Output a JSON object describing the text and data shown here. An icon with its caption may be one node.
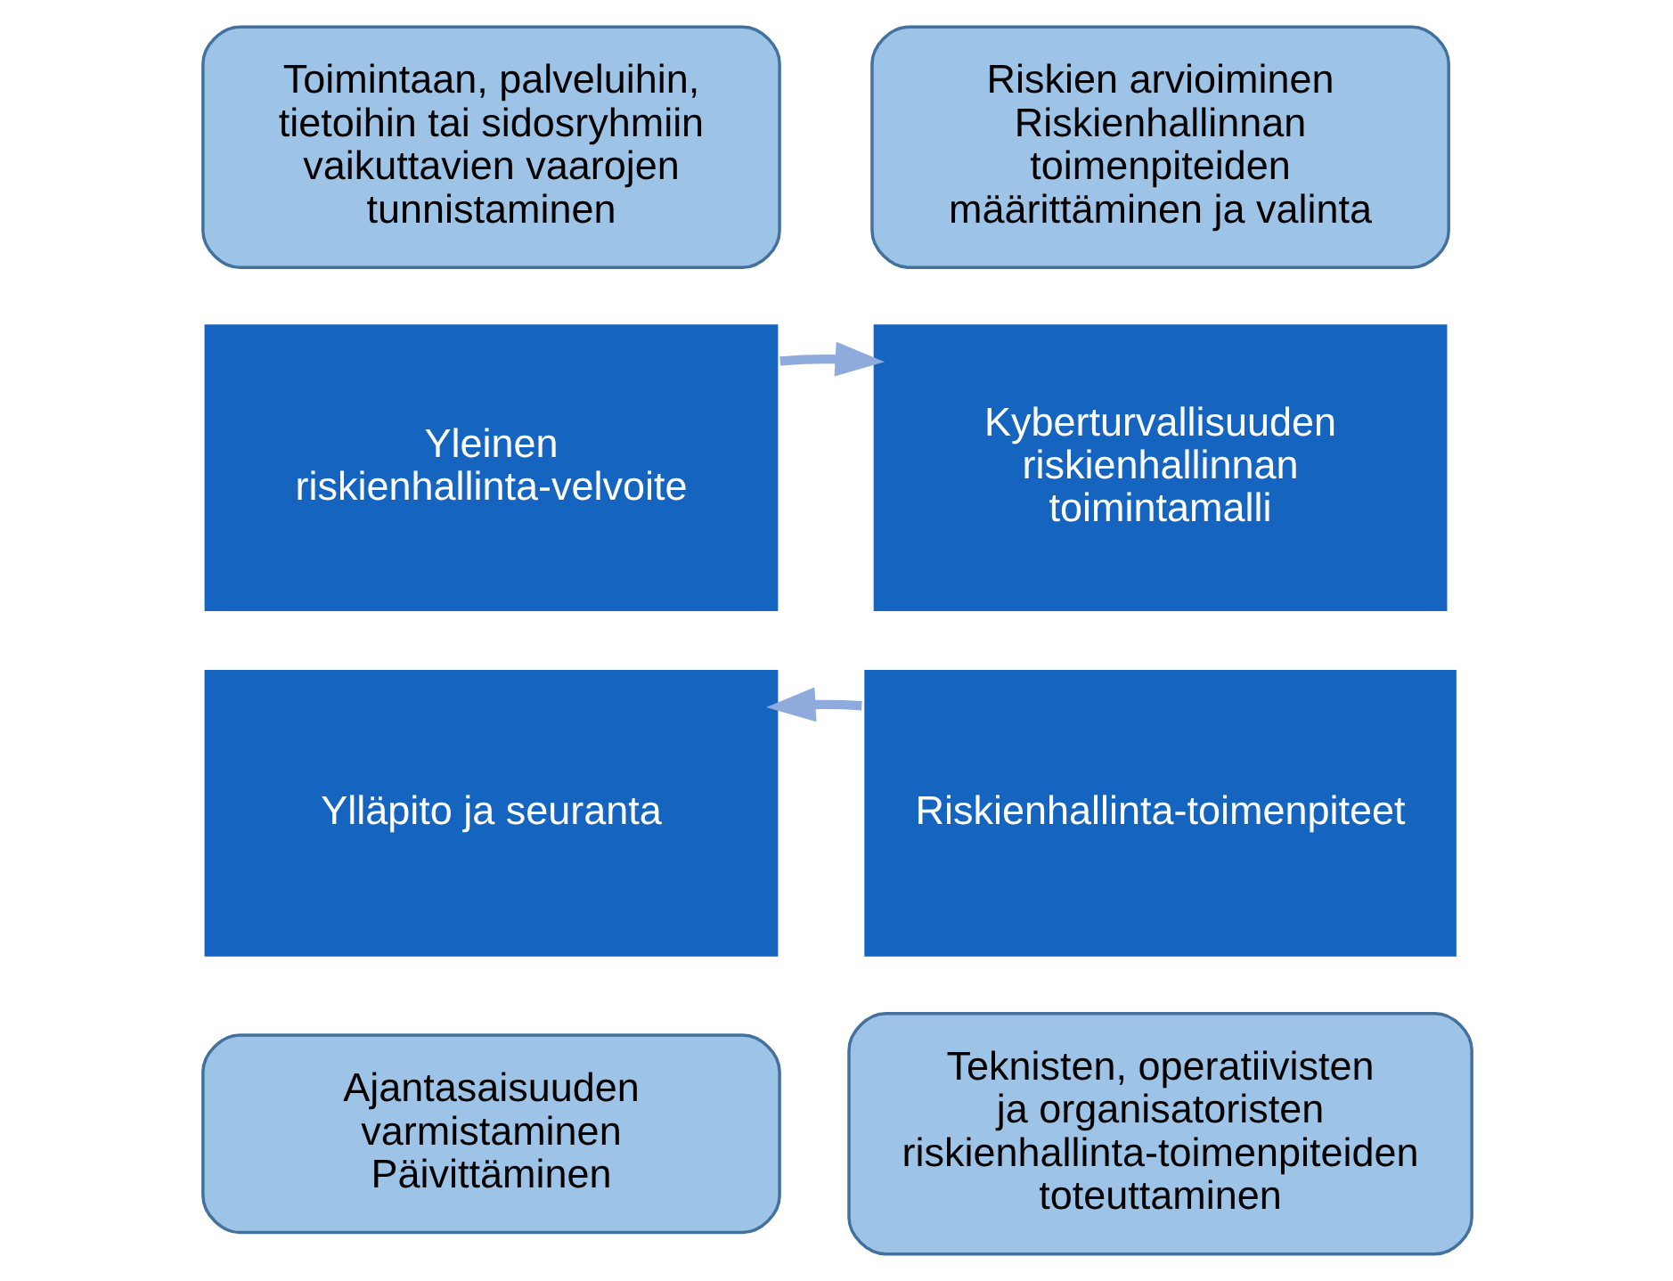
{
  "diagram": {
    "nodes": [
      {
        "text": [
          "Toimintaan, palveluihin, tietoihin tai sidosryhmiin vaikuttavien vaarojen tunnistaminen"
        ]
      },
      {
        "text": [
          "Riskien arvioiminen",
          "Riskienhallinnan toimenpiteiden määrittäminen ja valinta"
        ]
      },
      {
        "text": [
          "Yleinen riskienhallinta-velvoite"
        ]
      },
      {
        "text": [
          "Kyberturvallisuuden riskienhallinnan toimintamalli"
        ]
      },
      {
        "text": [
          "Ylläpito ja seuranta"
        ]
      },
      {
        "text": [
          "Riskienhallinta-toimenpiteet"
        ]
      },
      {
        "text": [
          "Ajantasaisuuden varmistaminen",
          "Päivittäminen"
        ]
      },
      {
        "text": [
          "Teknisten, operatiivisten ja organisatoristen riskienhallinta-toimenpiteiden toteuttaminen"
        ]
      }
    ],
    "edges": [
      {
        "from": 2,
        "to": 3,
        "arrow": "to"
      },
      {
        "from": 5,
        "to": 4,
        "arrow": "to"
      }
    ]
  }
}
